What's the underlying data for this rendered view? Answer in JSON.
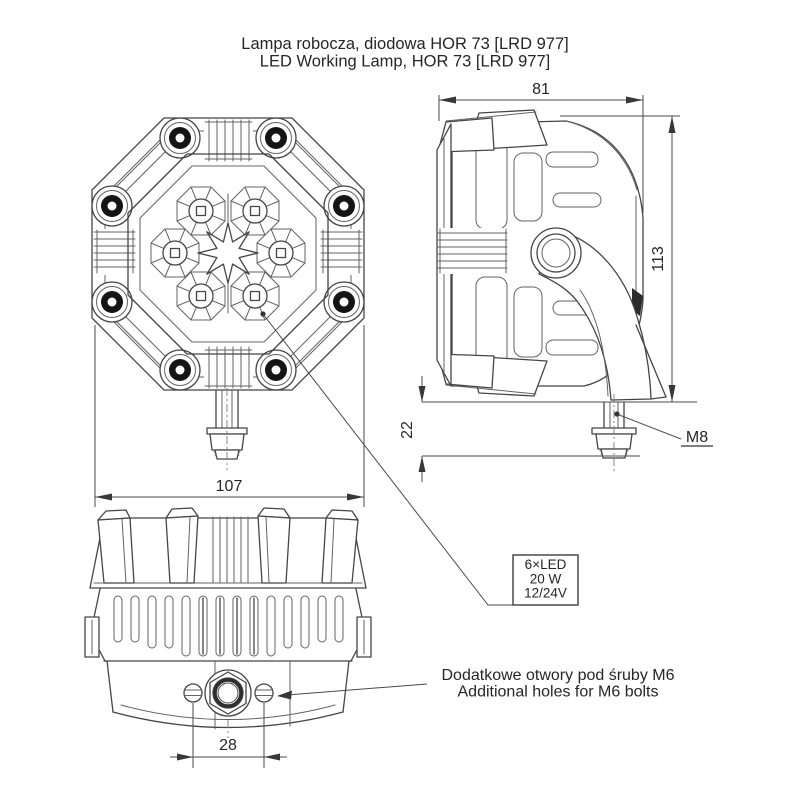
{
  "title": {
    "line1": "Lampa robocza, diodowa HOR 73 [LRD 977]",
    "line2": "LED Working Lamp, HOR 73 [LRD 977]"
  },
  "dimensions": {
    "front_width": "107",
    "side_depth": "81",
    "side_height": "113",
    "stud_length": "22",
    "stud_thread": "M8",
    "bolt_hole_spacing": "28"
  },
  "spec_box": {
    "leds": "6×LED",
    "power": "20 W",
    "voltage": "12/24V"
  },
  "note_m6": {
    "line1": "Dodatkowe otwory pod śruby M6",
    "line2": "Additional holes for M6 bolts"
  },
  "colors": {
    "background": "#ffffff",
    "line": "#454545",
    "text": "#262626"
  }
}
